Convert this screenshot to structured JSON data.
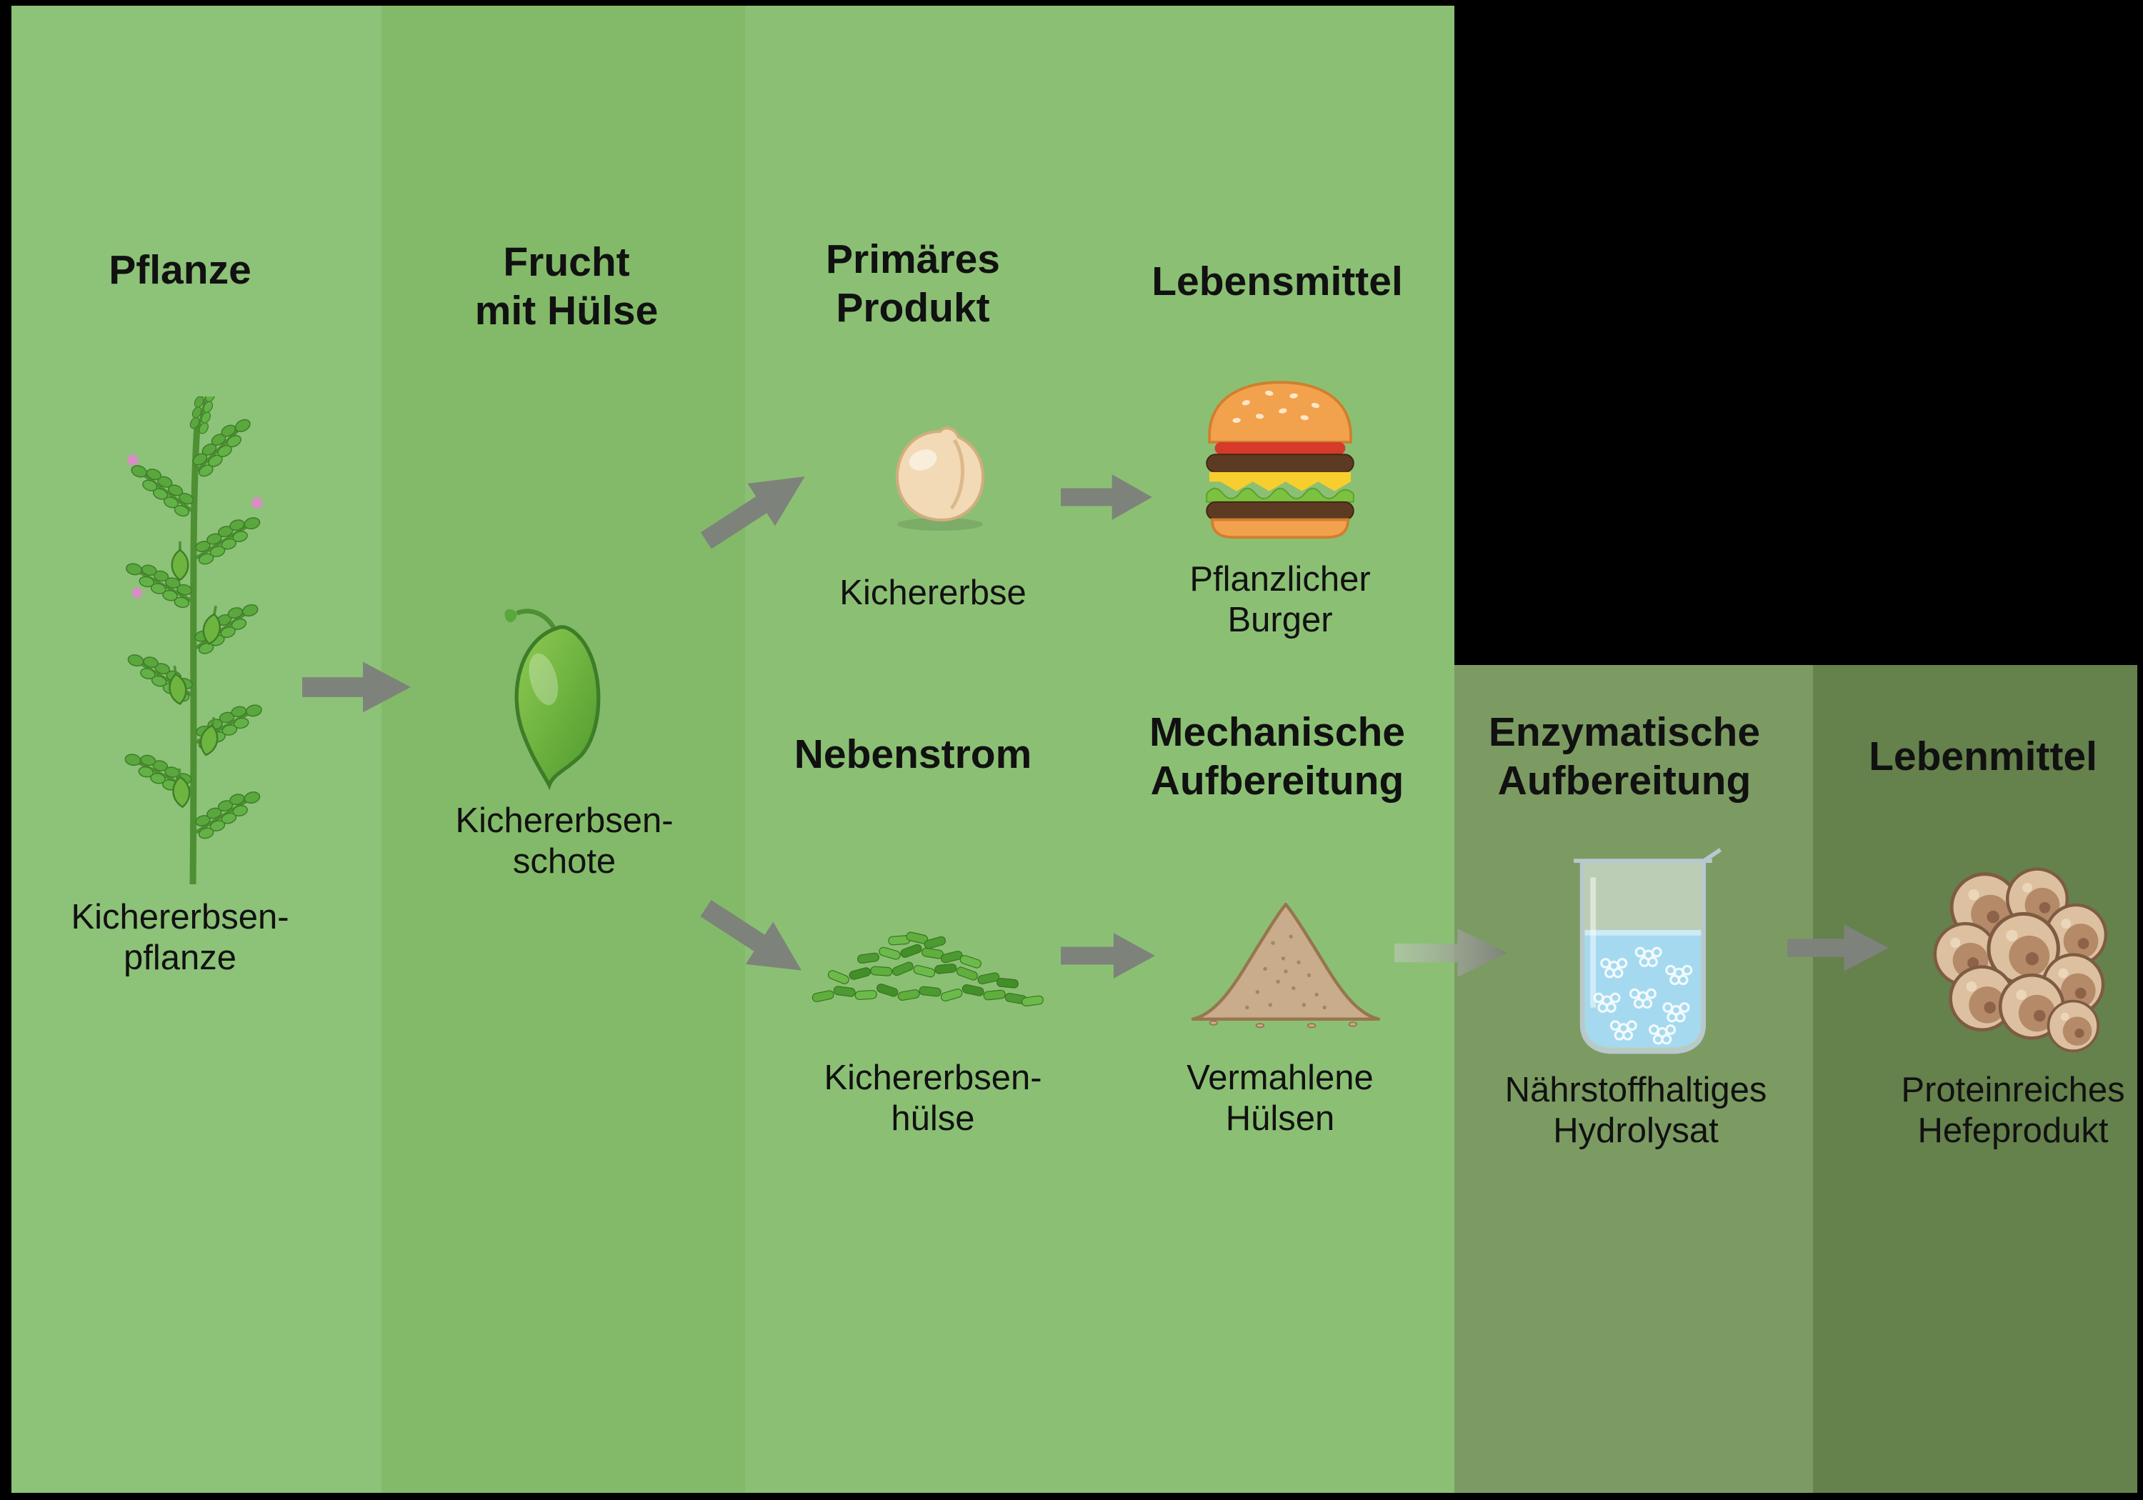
{
  "colors": {
    "background": "#000000",
    "text": "#111111",
    "band_plant": "#8dc279",
    "band_fruit": "#83ba69",
    "band_main": "#8bc074",
    "band_enzymatic": "#7c9b62",
    "band_food": "#65814c",
    "arrow": "#7d837a"
  },
  "nodes": {
    "plant": {
      "header": "Pflanze",
      "caption": "Kichererbsen-\npflanze"
    },
    "pod": {
      "header": "Frucht\nmit Hülse",
      "caption": "Kichererbsen-\nschote"
    },
    "chickpea": {
      "header": "Primäres\nProdukt",
      "caption": "Kichererbse"
    },
    "burger": {
      "header": "Lebensmittel",
      "caption": "Pflanzlicher\nBurger"
    },
    "hulls": {
      "header": "Nebenstrom",
      "caption": "Kichererbsen-\nhülse"
    },
    "ground_hulls": {
      "header": "Mechanische\nAufbereitung",
      "caption": "Vermahlene\nHülsen"
    },
    "hydrolysate": {
      "header": "Enzymatische\nAufbereitung",
      "caption": "Nährstoffhaltiges\nHydrolysat"
    },
    "yeast": {
      "header": "Lebenmittel",
      "caption": "Proteinreiches\nHefeprodukt"
    }
  }
}
